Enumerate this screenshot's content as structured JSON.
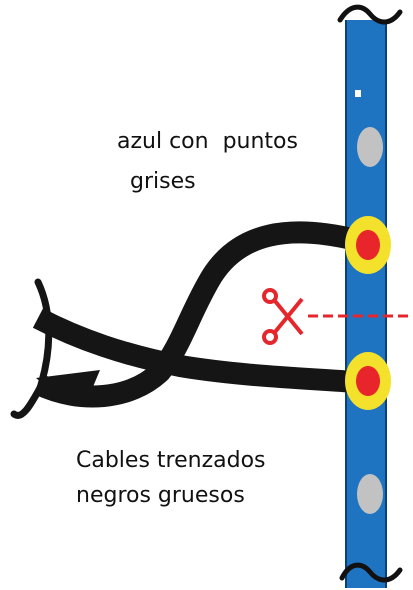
{
  "labels": {
    "strip_description": [
      "azul con  puntos",
      " grises"
    ],
    "cable_description": [
      "Cables trenzados",
      "negros gruesos"
    ]
  },
  "colors": {
    "strip_fill": "#1f74c2",
    "strip_edge": "#0a3f78",
    "gray_dot": "#c2c2c2",
    "white_mark": "#ffffff",
    "cable": "#151515",
    "solder_outer": "#f4e12b",
    "solder_inner": "#e8252a",
    "scissors": "#e5262c",
    "cut_line": "#e5262c",
    "break_mark": "#111111"
  },
  "icons": {
    "cut": "scissors-icon",
    "strip_break": "tilde-break-icon"
  }
}
